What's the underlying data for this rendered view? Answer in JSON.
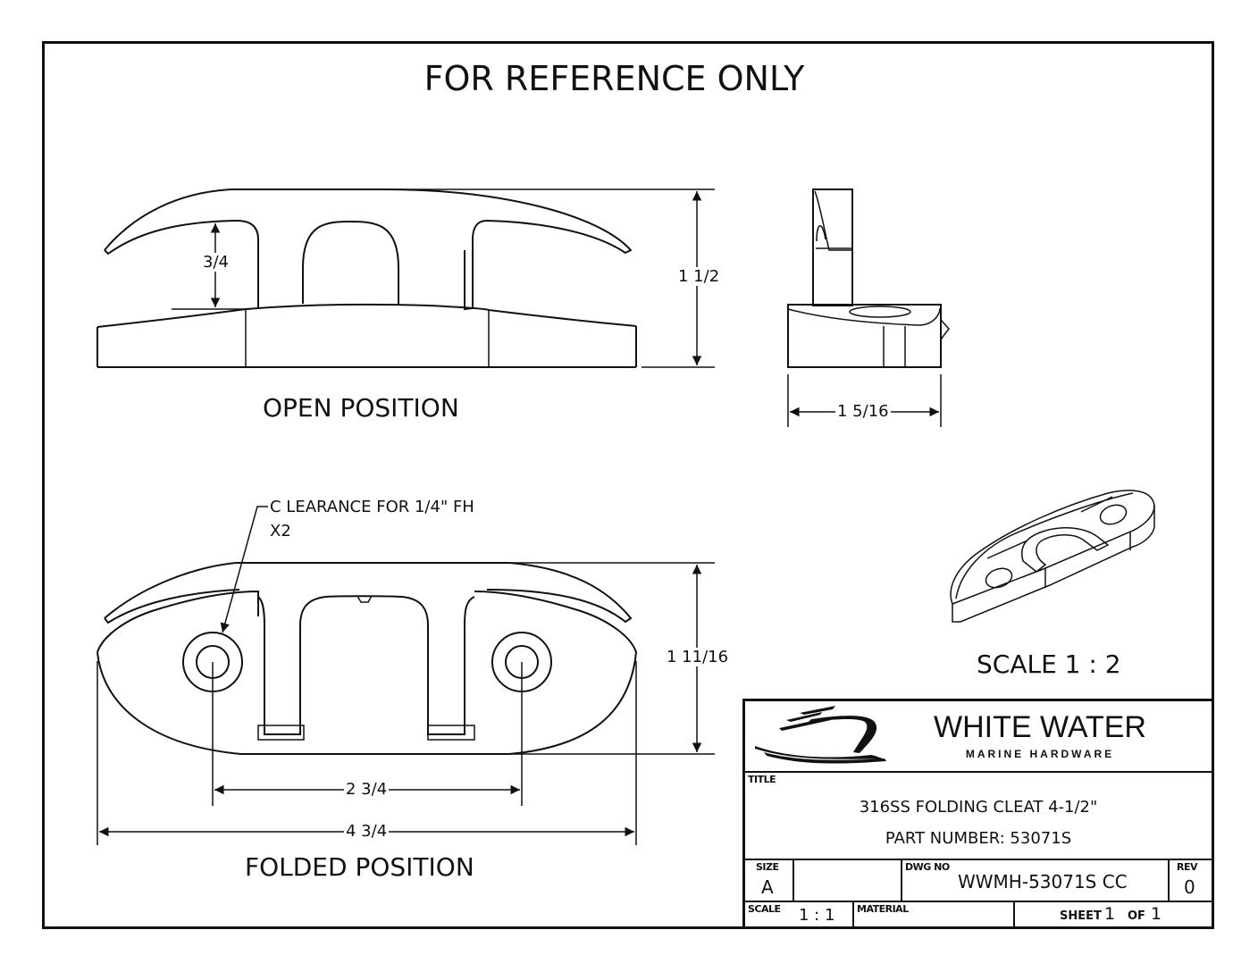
{
  "header": {
    "title": "FOR REFERENCE ONLY"
  },
  "views": {
    "open_position": {
      "label": "OPEN POSITION",
      "dimensions": {
        "horn_clearance": "3/4",
        "overall_height": "1 1/2"
      }
    },
    "side_view": {
      "dimensions": {
        "width": "1 5/16"
      }
    },
    "folded_position": {
      "label": "FOLDED POSITION",
      "note_line1": "C LEARANCE FOR 1/4\" FH",
      "note_line2": "X2",
      "dimensions": {
        "height": "1 11/16",
        "hole_spacing": "2 3/4",
        "overall_length": "4 3/4"
      }
    },
    "isometric": {
      "label": "SCALE 1 : 2"
    }
  },
  "title_block": {
    "brand_name": "WHITE WATER",
    "brand_subtitle": "MARINE HARDWARE",
    "title_caption": "TITLE",
    "title_line1": "316SS FOLDING CLEAT 4-1/2\"",
    "title_line2": "PART NUMBER: 53071S",
    "size_caption": "SIZE",
    "size_value": "A",
    "dwg_caption": "DWG NO",
    "dwg_value": "WWMH-53071S CC",
    "rev_caption": "REV",
    "rev_value": "0",
    "scale_caption": "SCALE",
    "scale_value": "1 : 1",
    "material_caption": "MATERIAL",
    "material_value": "",
    "sheet_caption": "SHEET",
    "sheet_number": "1",
    "of_caption": "OF",
    "sheet_total": "1"
  }
}
